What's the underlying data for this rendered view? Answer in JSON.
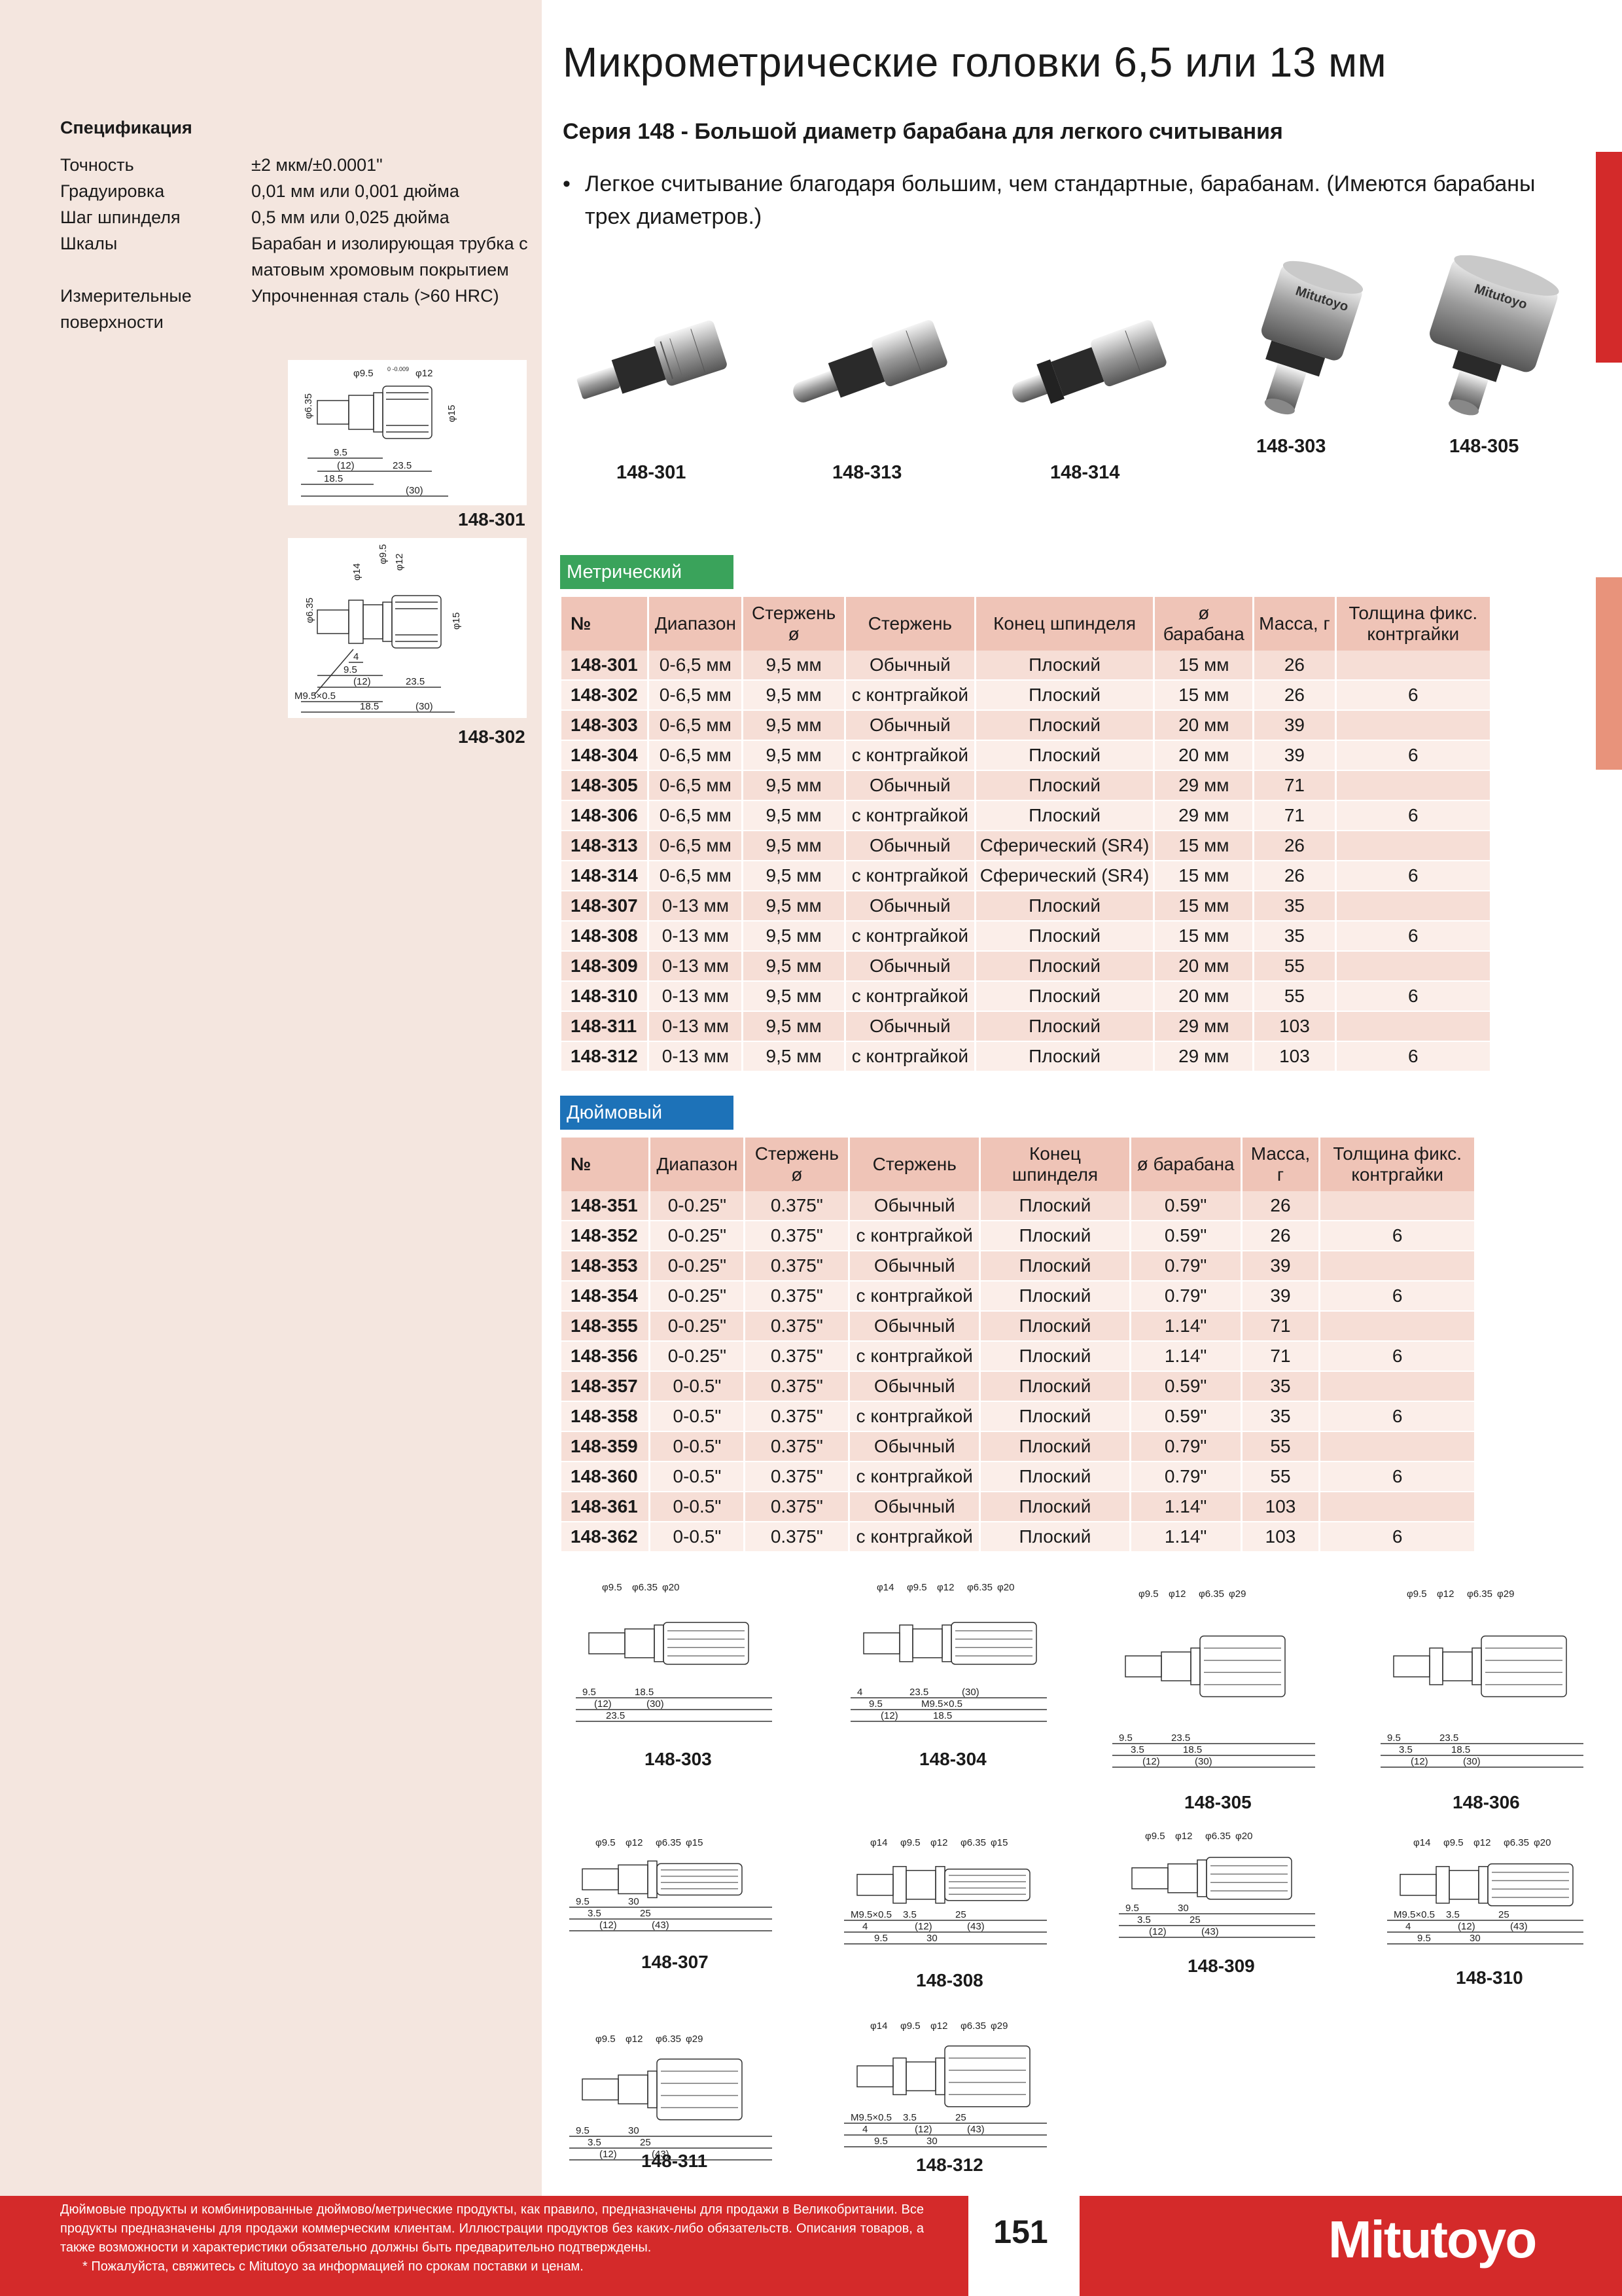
{
  "header": {
    "title": "Микрометрические головки 6,5 или 13 мм",
    "subtitle": "Серия 148 - Большой диаметр барабана для легкого считывания",
    "bullet": "Легкое считывание благодаря большим, чем стандартные, барабанам. (Имеются барабаны трех диаметров.)"
  },
  "spec": {
    "title": "Спецификация",
    "rows": [
      {
        "key": "Точность",
        "val": "±2 мкм/±0.0001\""
      },
      {
        "key": "Градуировка",
        "val": "0,01 мм или 0,001 дюйма"
      },
      {
        "key": "Шаг шпинделя",
        "val": "0,5 мм или 0,025 дюйма"
      },
      {
        "key": "Шкалы",
        "val": "Барабан и изолирующая трубка с матовым хромовым покрытием"
      },
      {
        "key": "Измерительные поверхности",
        "val": "Упрочненная сталь (>60 HRC)"
      }
    ]
  },
  "sidebar_drawings": {
    "d1": {
      "caption": "148-301",
      "dims": {
        "a": "φ9.5",
        "a_tol": "0 -0.009",
        "b": "φ12",
        "c": "φ6.35",
        "d": "φ15",
        "e": "9.5",
        "f": "(12)",
        "g": "23.5",
        "h": "18.5",
        "i": "(30)"
      }
    },
    "d2": {
      "caption": "148-302",
      "dims": {
        "a": "φ14",
        "b": "φ9.5",
        "c": "φ12",
        "d": "φ6.35",
        "e": "φ15",
        "f": "4",
        "g": "9.5",
        "h": "(12)",
        "i": "23.5",
        "j": "M9.5×0.5",
        "k": "18.5",
        "l": "(30)"
      }
    }
  },
  "photos": [
    {
      "caption": "148-301"
    },
    {
      "caption": "148-313"
    },
    {
      "caption": "148-314"
    },
    {
      "caption": "148-303",
      "brand": "Mitutoyo"
    },
    {
      "caption": "148-305",
      "brand": "Mitutoyo"
    }
  ],
  "metric": {
    "badge": "Метрический",
    "badge_color": "#3aa35b",
    "headers": [
      "№",
      "Диапазон",
      "Стержень ø",
      "Стержень",
      "Конец шпинделя",
      "ø барабана",
      "Масса, г",
      "Толщина фикс. контргайки"
    ],
    "rows": [
      [
        "148-301",
        "0-6,5 мм",
        "9,5 мм",
        "Обычный",
        "Плоский",
        "15 мм",
        "26",
        ""
      ],
      [
        "148-302",
        "0-6,5 мм",
        "9,5 мм",
        "с контргайкой",
        "Плоский",
        "15 мм",
        "26",
        "6"
      ],
      [
        "148-303",
        "0-6,5 мм",
        "9,5 мм",
        "Обычный",
        "Плоский",
        "20 мм",
        "39",
        ""
      ],
      [
        "148-304",
        "0-6,5 мм",
        "9,5 мм",
        "с контргайкой",
        "Плоский",
        "20 мм",
        "39",
        "6"
      ],
      [
        "148-305",
        "0-6,5 мм",
        "9,5 мм",
        "Обычный",
        "Плоский",
        "29 мм",
        "71",
        ""
      ],
      [
        "148-306",
        "0-6,5 мм",
        "9,5 мм",
        "с контргайкой",
        "Плоский",
        "29 мм",
        "71",
        "6"
      ],
      [
        "148-313",
        "0-6,5 мм",
        "9,5 мм",
        "Обычный",
        "Сферический (SR4)",
        "15 мм",
        "26",
        ""
      ],
      [
        "148-314",
        "0-6,5 мм",
        "9,5 мм",
        "с контргайкой",
        "Сферический (SR4)",
        "15 мм",
        "26",
        "6"
      ],
      [
        "148-307",
        "0-13 мм",
        "9,5 мм",
        "Обычный",
        "Плоский",
        "15 мм",
        "35",
        ""
      ],
      [
        "148-308",
        "0-13 мм",
        "9,5 мм",
        "с контргайкой",
        "Плоский",
        "15 мм",
        "35",
        "6"
      ],
      [
        "148-309",
        "0-13 мм",
        "9,5 мм",
        "Обычный",
        "Плоский",
        "20 мм",
        "55",
        ""
      ],
      [
        "148-310",
        "0-13 мм",
        "9,5 мм",
        "с контргайкой",
        "Плоский",
        "20 мм",
        "55",
        "6"
      ],
      [
        "148-311",
        "0-13 мм",
        "9,5 мм",
        "Обычный",
        "Плоский",
        "29 мм",
        "103",
        ""
      ],
      [
        "148-312",
        "0-13 мм",
        "9,5 мм",
        "с контргайкой",
        "Плоский",
        "29 мм",
        "103",
        "6"
      ]
    ]
  },
  "inch": {
    "badge": "Дюймовый",
    "badge_color": "#1d72b8",
    "headers": [
      "№",
      "Диапазон",
      "Стержень ø",
      "Стержень",
      "Конец шпинделя",
      "ø барабана",
      "Масса, г",
      "Толщина фикс. контргайки"
    ],
    "rows": [
      [
        "148-351",
        "0-0.25\"",
        "0.375\"",
        "Обычный",
        "Плоский",
        "0.59\"",
        "26",
        ""
      ],
      [
        "148-352",
        "0-0.25\"",
        "0.375\"",
        "с контргайкой",
        "Плоский",
        "0.59\"",
        "26",
        "6"
      ],
      [
        "148-353",
        "0-0.25\"",
        "0.375\"",
        "Обычный",
        "Плоский",
        "0.79\"",
        "39",
        ""
      ],
      [
        "148-354",
        "0-0.25\"",
        "0.375\"",
        "с контргайкой",
        "Плоский",
        "0.79\"",
        "39",
        "6"
      ],
      [
        "148-355",
        "0-0.25\"",
        "0.375\"",
        "Обычный",
        "Плоский",
        "1.14\"",
        "71",
        ""
      ],
      [
        "148-356",
        "0-0.25\"",
        "0.375\"",
        "с контргайкой",
        "Плоский",
        "1.14\"",
        "71",
        "6"
      ],
      [
        "148-357",
        "0-0.5\"",
        "0.375\"",
        "Обычный",
        "Плоский",
        "0.59\"",
        "35",
        ""
      ],
      [
        "148-358",
        "0-0.5\"",
        "0.375\"",
        "с контргайкой",
        "Плоский",
        "0.59\"",
        "35",
        "6"
      ],
      [
        "148-359",
        "0-0.5\"",
        "0.375\"",
        "Обычный",
        "Плоский",
        "0.79\"",
        "55",
        ""
      ],
      [
        "148-360",
        "0-0.5\"",
        "0.375\"",
        "с контргайкой",
        "Плоский",
        "0.79\"",
        "55",
        "6"
      ],
      [
        "148-361",
        "0-0.5\"",
        "0.375\"",
        "Обычный",
        "Плоский",
        "1.14\"",
        "103",
        ""
      ],
      [
        "148-362",
        "0-0.5\"",
        "0.375\"",
        "с контргайкой",
        "Плоский",
        "1.14\"",
        "103",
        "6"
      ]
    ]
  },
  "drawings": [
    {
      "caption": "148-303",
      "dims": [
        "φ9.5",
        "φ6.35",
        "φ20",
        "9.5",
        "(12)",
        "23.5",
        "18.5",
        "(30)"
      ]
    },
    {
      "caption": "148-304",
      "dims": [
        "φ14",
        "φ9.5",
        "φ12",
        "φ6.35",
        "φ20",
        "4",
        "9.5",
        "(12)",
        "23.5",
        "M9.5×0.5",
        "18.5",
        "(30)"
      ]
    },
    {
      "caption": "148-305",
      "dims": [
        "φ9.5",
        "φ12",
        "φ6.35",
        "φ29",
        "9.5",
        "3.5",
        "(12)",
        "23.5",
        "18.5",
        "(30)"
      ]
    },
    {
      "caption": "148-306",
      "dims": [
        "φ9.5",
        "φ12",
        "φ6.35",
        "φ29",
        "9.5",
        "3.5",
        "(12)",
        "23.5",
        "18.5",
        "(30)"
      ]
    },
    {
      "caption": "148-307",
      "dims": [
        "φ9.5",
        "φ12",
        "φ6.35",
        "φ15",
        "9.5",
        "3.5",
        "(12)",
        "30",
        "25",
        "(43)"
      ]
    },
    {
      "caption": "148-308",
      "dims": [
        "φ14",
        "φ9.5",
        "φ12",
        "φ6.35",
        "φ15",
        "M9.5×0.5",
        "4",
        "9.5",
        "3.5",
        "(12)",
        "30",
        "25",
        "(43)"
      ]
    },
    {
      "caption": "148-309",
      "dims": [
        "φ9.5",
        "φ12",
        "φ6.35",
        "φ20",
        "9.5",
        "3.5",
        "(12)",
        "30",
        "25",
        "(43)"
      ]
    },
    {
      "caption": "148-310",
      "dims": [
        "φ14",
        "φ9.5",
        "φ12",
        "φ6.35",
        "φ20",
        "M9.5×0.5",
        "4",
        "9.5",
        "3.5",
        "(12)",
        "30",
        "25",
        "(43)"
      ]
    },
    {
      "caption": "148-311",
      "dims": [
        "φ9.5",
        "φ12",
        "φ6.35",
        "φ29",
        "9.5",
        "3.5",
        "(12)",
        "30",
        "25",
        "(43)"
      ]
    },
    {
      "caption": "148-312",
      "dims": [
        "φ14",
        "φ9.5",
        "φ12",
        "φ6.35",
        "φ29",
        "M9.5×0.5",
        "4",
        "9.5",
        "3.5",
        "(12)",
        "30",
        "25",
        "(43)"
      ]
    }
  ],
  "footer": {
    "line1": "Дюймовые продукты и комбинированные дюймово/метрические продукты, как правило, предназначены для продажи в Великобритании. Все продукты предназначены для продажи коммерческим клиентам. Иллюстрации продуктов без каких-либо обязательств. Описания товаров, а также возможности и характеристики обязательно должны быть предварительно подтверждены.",
    "line2": "* Пожалуйста, свяжитесь с Mitutoyo за информацией по срокам поставки и ценам.",
    "page": "151",
    "brand": "Mitutoyo"
  },
  "colors": {
    "accent_red": "#d42a2a",
    "sidebar_bg": "#f4e6df",
    "table_header": "#efc4b7"
  }
}
